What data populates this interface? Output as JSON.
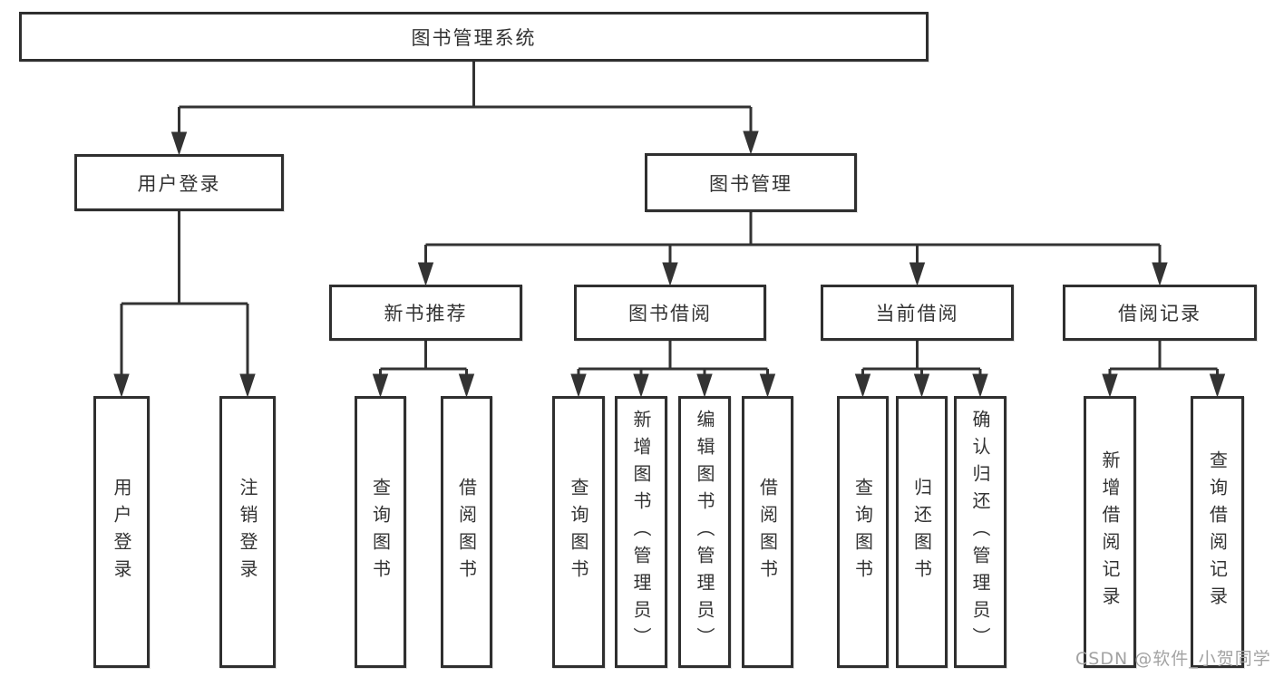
{
  "tree": {
    "label": "图书管理系统",
    "children": [
      {
        "label": "用户登录",
        "children": [
          {
            "label": "用户登录"
          },
          {
            "label": "注销登录"
          }
        ]
      },
      {
        "label": "图书管理",
        "children": [
          {
            "label": "新书推荐",
            "children": [
              {
                "label": "查询图书"
              },
              {
                "label": "借阅图书"
              }
            ]
          },
          {
            "label": "图书借阅",
            "children": [
              {
                "label": "查询图书"
              },
              {
                "label": "新增图书（管理员）"
              },
              {
                "label": "编辑图书（管理员）"
              },
              {
                "label": "借阅图书"
              }
            ]
          },
          {
            "label": "当前借阅",
            "children": [
              {
                "label": "查询图书"
              },
              {
                "label": "归还图书"
              },
              {
                "label": "确认归还（管理员）"
              }
            ]
          },
          {
            "label": "借阅记录",
            "children": [
              {
                "label": "新增借阅记录"
              },
              {
                "label": "查询借阅记录"
              }
            ]
          }
        ]
      }
    ]
  },
  "watermark": "CSDN @软件_小贺同学",
  "colors": {
    "line": "#333333",
    "box_border": "#2f2f2f",
    "text": "#333333",
    "watermark": "#a3a3a3",
    "background": "#ffffff"
  }
}
